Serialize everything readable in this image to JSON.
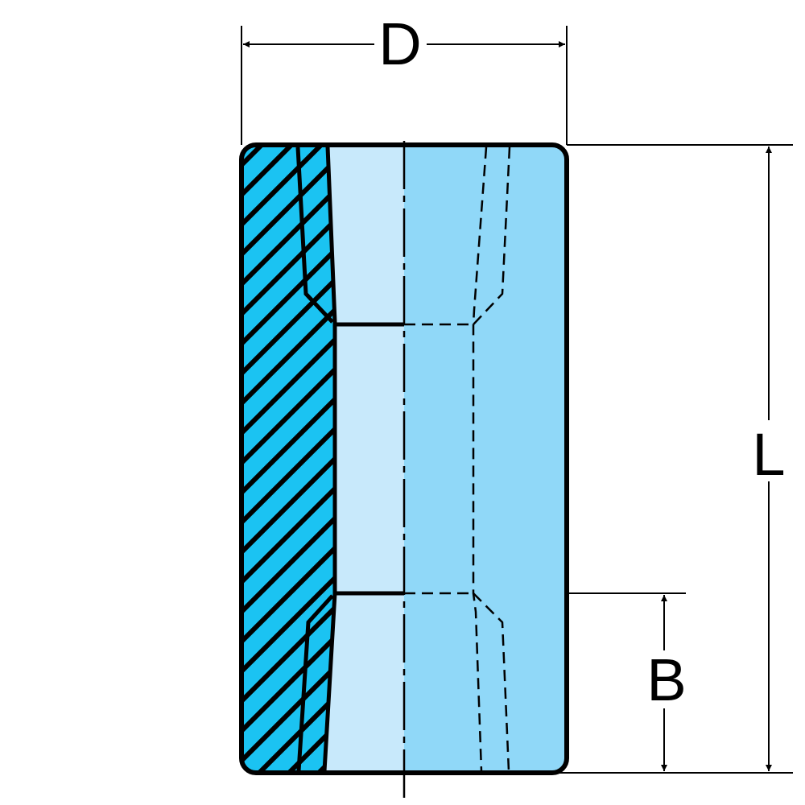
{
  "labels": {
    "diameter": "D",
    "length": "L",
    "bore_length": "B"
  },
  "colors": {
    "section": "#1bc3f2",
    "bore": "#c8e9fb",
    "body": "#90d8f8",
    "stroke": "#000000"
  }
}
